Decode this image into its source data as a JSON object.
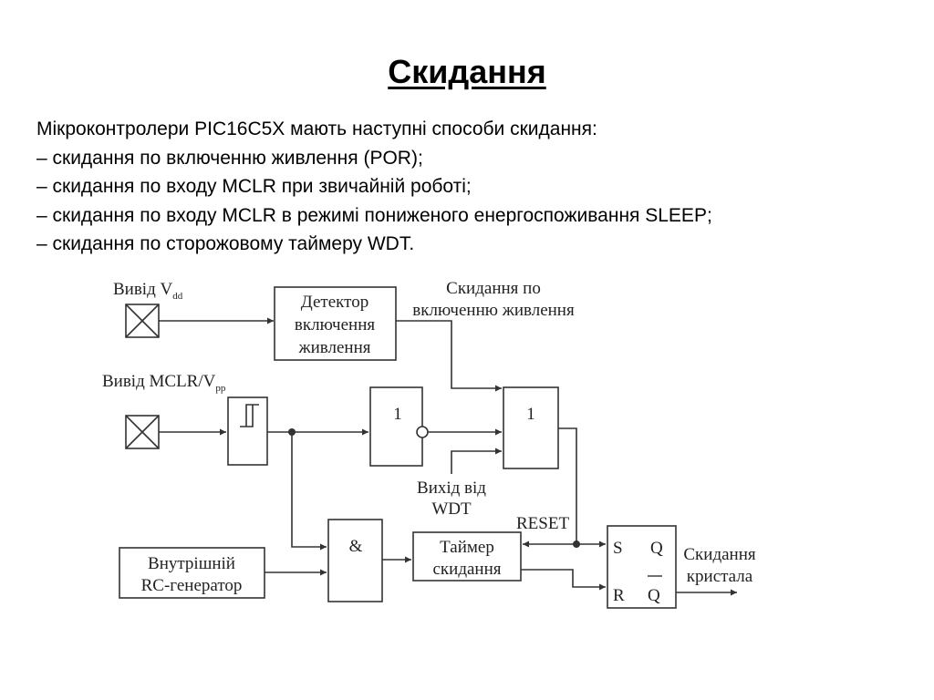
{
  "title": "Скидання",
  "intro": "Мікроконтролери PIC16C5X мають наступні способи скидання:",
  "items": [
    "– скидання по включенню живлення (POR);",
    "– скидання по входу MCLR при звичайній роботі;",
    "– скидання по входу MCLR в режимі пониженого енергоспоживання SLEEP;",
    "– скидання по сторожовому таймеру WDT."
  ],
  "diagram": {
    "vdd_pin": {
      "label": "Вивід V",
      "sub": "dd"
    },
    "mclr_pin": {
      "label": "Вивід MCLR/V",
      "sub": "pp"
    },
    "por_detector": [
      "Детектор",
      "включення",
      "живлення"
    ],
    "por_output": [
      "Скидання по",
      "включенню живлення"
    ],
    "or_gate_1": "1",
    "or_gate_2": "1",
    "and_gate": "&",
    "wdt_out": [
      "Вихід від",
      "WDT"
    ],
    "reset_label": "RESET",
    "rc_oscillator": [
      "Внутрішній",
      "RC-генератор"
    ],
    "reset_timer": [
      "Таймер",
      "скидання"
    ],
    "sr_trigger": {
      "s": "S",
      "r": "R",
      "q": "Q",
      "qbar": "Q"
    },
    "chip_reset": [
      "Скидання",
      "кристала"
    ]
  }
}
